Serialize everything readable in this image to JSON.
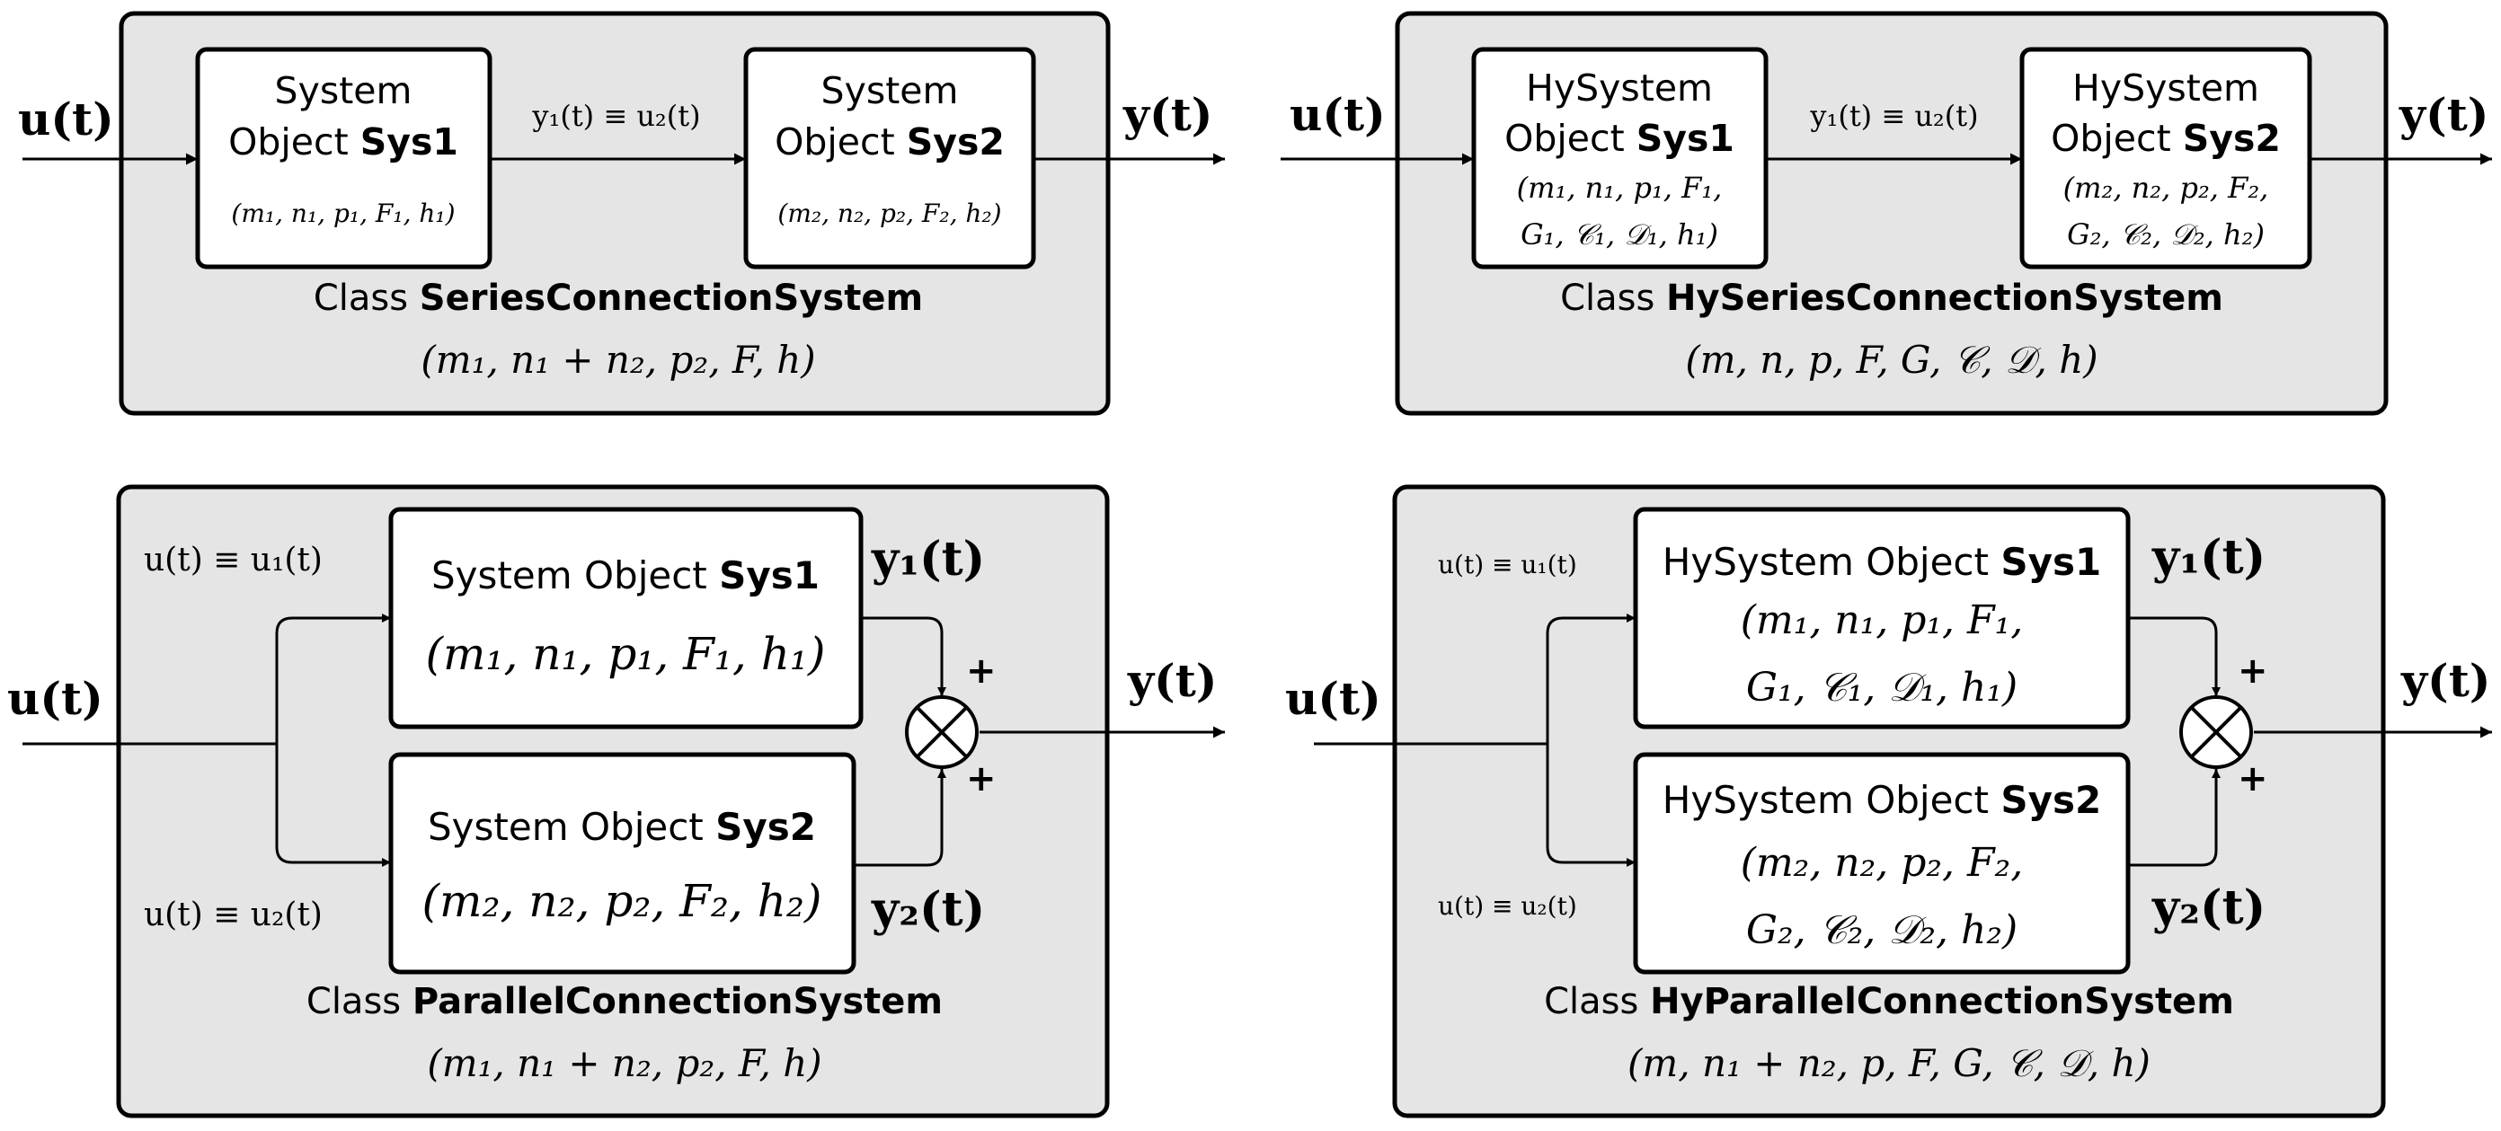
{
  "signals": {
    "u_t": "u(t)",
    "y_t": "y(t)",
    "y1_eq_u2": "y₁(t) ≡ u₂(t)",
    "u_eq_u1": "u(t) ≡ u₁(t)",
    "u_eq_u2": "u(t) ≡ u₂(t)",
    "y1_t": "y₁(t)",
    "y2_t": "y₂(t)",
    "plus": "+"
  },
  "panels": {
    "series": {
      "sys1_line1": "System",
      "sys1_line2_prefix": "Object ",
      "sys1_name": "Sys1",
      "sys1_params": "(m₁, n₁, p₁, F₁, h₁)",
      "sys2_line1": "System",
      "sys2_line2_prefix": "Object ",
      "sys2_name": "Sys2",
      "sys2_params": "(m₂, n₂, p₂, F₂, h₂)",
      "class_prefix": "Class ",
      "class_name": "SeriesConnectionSystem",
      "class_params": "(m₁, n₁ + n₂, p₂, F, h)"
    },
    "hyseries": {
      "sys1_line1": "HySystem",
      "sys1_line2_prefix": "Object ",
      "sys1_name": "Sys1",
      "sys1_params_1": "(m₁, n₁, p₁, F₁,",
      "sys1_params_2": "G₁, 𝒞₁, 𝒟₁, h₁)",
      "sys2_line1": "HySystem",
      "sys2_line2_prefix": "Object ",
      "sys2_name": "Sys2",
      "sys2_params_1": "(m₂, n₂, p₂, F₂,",
      "sys2_params_2": "G₂, 𝒞₂, 𝒟₂, h₂)",
      "class_prefix": "Class ",
      "class_name": "HySeriesConnectionSystem",
      "class_params": "(m, n, p, F, G, 𝒞, 𝒟, h)"
    },
    "parallel": {
      "sys1_prefix": "System Object ",
      "sys1_name": "Sys1",
      "sys1_params": "(m₁, n₁, p₁, F₁, h₁)",
      "sys2_prefix": "System Object ",
      "sys2_name": "Sys2",
      "sys2_params": "(m₂, n₂, p₂, F₂, h₂)",
      "class_prefix": "Class ",
      "class_name": "ParallelConnectionSystem",
      "class_params": "(m₁, n₁ + n₂, p₂, F, h)"
    },
    "hyparallel": {
      "sys1_prefix": "HySystem Object ",
      "sys1_name": "Sys1",
      "sys1_params_1": "(m₁, n₁, p₁, F₁,",
      "sys1_params_2": "G₁, 𝒞₁, 𝒟₁, h₁)",
      "sys2_prefix": "HySystem Object ",
      "sys2_name": "Sys2",
      "sys2_params_1": "(m₂, n₂, p₂, F₂,",
      "sys2_params_2": "G₂, 𝒞₂, 𝒟₂, h₂)",
      "class_prefix": "Class ",
      "class_name": "HyParallelConnectionSystem",
      "class_params": "(m, n₁ + n₂, p, F, G, 𝒞, 𝒟, h)"
    }
  }
}
